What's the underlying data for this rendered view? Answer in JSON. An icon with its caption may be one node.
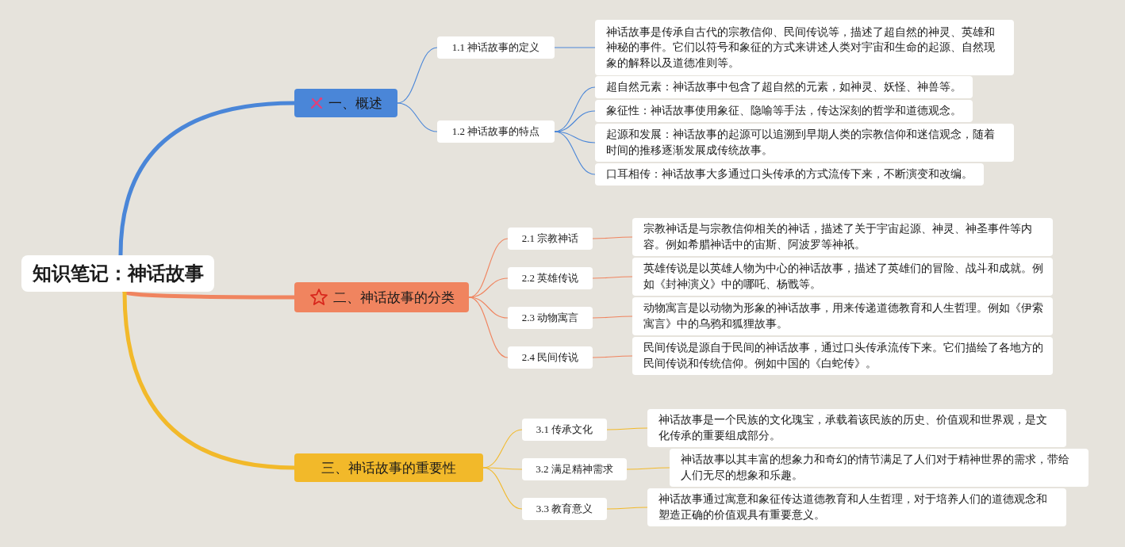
{
  "diagram": {
    "nodes": [
      {
        "text": [
          "知识笔记：神话故事"
        ]
      },
      {
        "text": [
          "一、概述"
        ]
      },
      {
        "text": [
          "1.1 神话故事的定义"
        ]
      },
      {
        "text": [
          "神话故事是传承自古代的宗教信仰、民间传说等，描述了超自然的神灵、英雄和神秘的事件。它们以符号和象征的方式来讲述人类对宇宙和生命的起源、自然现象的解释以及道德准则等。"
        ]
      },
      {
        "text": [
          "1.2 神话故事的特点"
        ]
      },
      {
        "text": [
          "超自然元素：神话故事中包含了超自然的元素，如神灵、妖怪、神兽等。"
        ]
      },
      {
        "text": [
          "象征性：神话故事使用象征、隐喻等手法，传达深刻的哲学和道德观念。"
        ]
      },
      {
        "text": [
          "起源和发展：神话故事的起源可以追溯到早期人类的宗教信仰和迷信观念，随着时间的推移逐渐发展成传统故事。"
        ]
      },
      {
        "text": [
          "口耳相传：神话故事大多通过口头传承的方式流传下来，不断演变和改编。"
        ]
      },
      {
        "text": [
          "二、神话故事的分类"
        ]
      },
      {
        "text": [
          "2.1 宗教神话"
        ]
      },
      {
        "text": [
          "宗教神话是与宗教信仰相关的神话，描述了关于宇宙起源、神灵、神圣事件等内容。例如希腊神话中的宙斯、阿波罗等神祇。"
        ]
      },
      {
        "text": [
          "2.2 英雄传说"
        ]
      },
      {
        "text": [
          "英雄传说是以英雄人物为中心的神话故事，描述了英雄们的冒险、战斗和成就。例如《封神演义》中的哪吒、杨戬等。"
        ]
      },
      {
        "text": [
          "2.3 动物寓言"
        ]
      },
      {
        "text": [
          "动物寓言是以动物为形象的神话故事，用来传递道德教育和人生哲理。例如《伊索寓言》中的乌鸦和狐狸故事。"
        ]
      },
      {
        "text": [
          "2.4 民间传说"
        ]
      },
      {
        "text": [
          "民间传说是源自于民间的神话故事，通过口头传承流传下来。它们描绘了各地方的民间传说和传统信仰。例如中国的《白蛇传》。"
        ]
      },
      {
        "text": [
          "三、神话故事的重要性"
        ]
      },
      {
        "text": [
          "3.1 传承文化"
        ]
      },
      {
        "text": [
          "神话故事是一个民族的文化瑰宝，承载着该民族的历史、价值观和世界观，是文化传承的重要组成部分。"
        ]
      },
      {
        "text": [
          "3.2 满足精神需求"
        ]
      },
      {
        "text": [
          "神话故事以其丰富的想象力和奇幻的情节满足了人们对于精神世界的需求，带给人们无尽的想象和乐趣。"
        ]
      },
      {
        "text": [
          "3.3 教育意义"
        ]
      },
      {
        "text": [
          "神话故事通过寓意和象征传达道德教育和人生哲理，对于培养人们的道德观念和塑造正确的价值观具有重要意义。"
        ]
      }
    ],
    "edges": [
      {
        "from": 0,
        "to": 1,
        "arrow": "none",
        "style": "thick",
        "color": "#4a86d8"
      },
      {
        "from": 1,
        "to": 2,
        "arrow": "none",
        "color": "#4a86d8"
      },
      {
        "from": 2,
        "to": 3,
        "arrow": "none",
        "color": "#4a86d8"
      },
      {
        "from": 1,
        "to": 4,
        "arrow": "none",
        "color": "#4a86d8"
      },
      {
        "from": 4,
        "to": 5,
        "arrow": "none",
        "color": "#4a86d8"
      },
      {
        "from": 4,
        "to": 6,
        "arrow": "none",
        "color": "#4a86d8"
      },
      {
        "from": 4,
        "to": 7,
        "arrow": "none",
        "color": "#4a86d8"
      },
      {
        "from": 4,
        "to": 8,
        "arrow": "none",
        "color": "#4a86d8"
      },
      {
        "from": 0,
        "to": 9,
        "arrow": "none",
        "style": "thick",
        "color": "#f0845f"
      },
      {
        "from": 9,
        "to": 10,
        "arrow": "none",
        "color": "#f0845f"
      },
      {
        "from": 10,
        "to": 11,
        "arrow": "none",
        "color": "#f0845f"
      },
      {
        "from": 9,
        "to": 12,
        "arrow": "none",
        "color": "#f0845f"
      },
      {
        "from": 12,
        "to": 13,
        "arrow": "none",
        "color": "#f0845f"
      },
      {
        "from": 9,
        "to": 14,
        "arrow": "none",
        "color": "#f0845f"
      },
      {
        "from": 14,
        "to": 15,
        "arrow": "none",
        "color": "#f0845f"
      },
      {
        "from": 9,
        "to": 16,
        "arrow": "none",
        "color": "#f0845f"
      },
      {
        "from": 16,
        "to": 17,
        "arrow": "none",
        "color": "#f0845f"
      },
      {
        "from": 0,
        "to": 18,
        "arrow": "none",
        "style": "thick",
        "color": "#f2b92a"
      },
      {
        "from": 18,
        "to": 19,
        "arrow": "none",
        "color": "#f2b92a"
      },
      {
        "from": 19,
        "to": 20,
        "arrow": "none",
        "color": "#f2b92a"
      },
      {
        "from": 18,
        "to": 21,
        "arrow": "none",
        "color": "#f2b92a"
      },
      {
        "from": 21,
        "to": 22,
        "arrow": "none",
        "color": "#f2b92a"
      },
      {
        "from": 18,
        "to": 23,
        "arrow": "none",
        "color": "#f2b92a"
      },
      {
        "from": 23,
        "to": 24,
        "arrow": "none",
        "color": "#f2b92a"
      }
    ]
  }
}
